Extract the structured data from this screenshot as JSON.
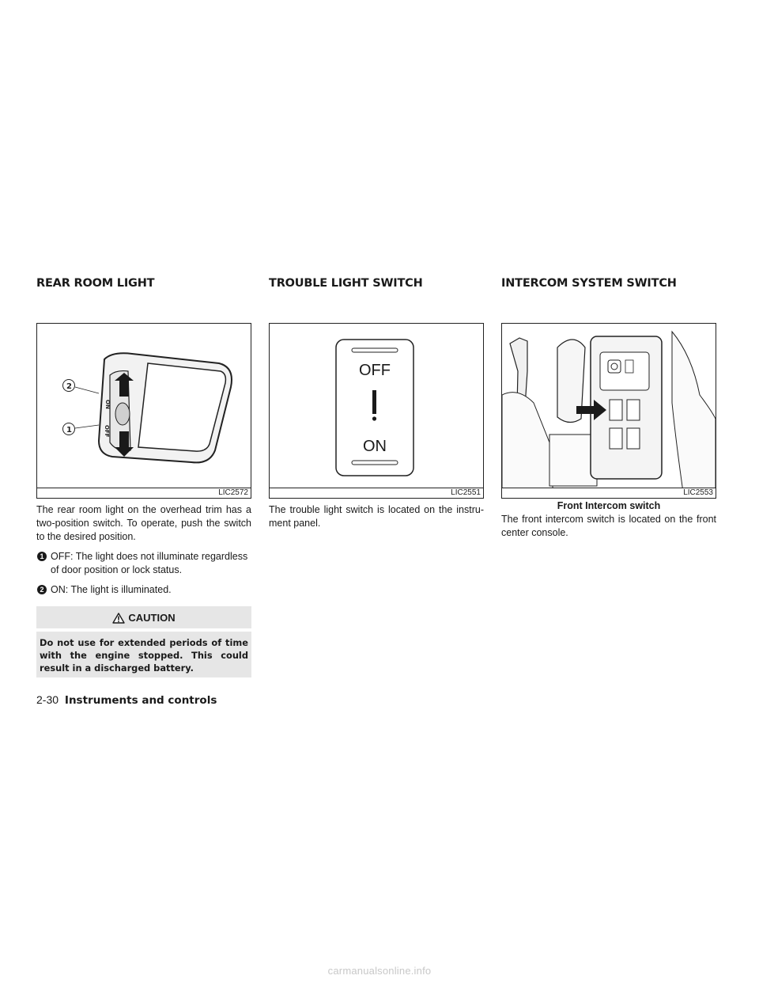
{
  "columns": {
    "rear": {
      "heading": "REAR ROOM LIGHT",
      "figure_id": "LIC2572",
      "intro": "The rear room light on the overhead trim has a two-position switch. To operate, push the switch to the desired position.",
      "items": [
        {
          "num": "1",
          "text": "OFF: The light does not illuminate regardless of door position or lock status."
        },
        {
          "num": "2",
          "text": "ON: The light is illuminated."
        }
      ],
      "caution": {
        "title": "CAUTION",
        "body": "Do not use for extended periods of time with the engine stopped. This could result in a discharged battery."
      },
      "callouts": {
        "one": "1",
        "two": "2"
      },
      "switch_labels": {
        "on": "ON",
        "off": "OFF"
      }
    },
    "trouble": {
      "heading": "TROUBLE LIGHT SWITCH",
      "figure_id": "LIC2551",
      "switch_off": "OFF",
      "switch_on": "ON",
      "text": "The trouble light switch is located on the instru-ment panel."
    },
    "intercom": {
      "heading": "INTERCOM SYSTEM SWITCH",
      "figure_id": "LIC2553",
      "caption": "Front Intercom switch",
      "text": "The front intercom switch is located on the front center console."
    }
  },
  "footer": {
    "page": "2-30",
    "section": "Instruments and controls"
  },
  "watermark": "carmanualsonline.info"
}
